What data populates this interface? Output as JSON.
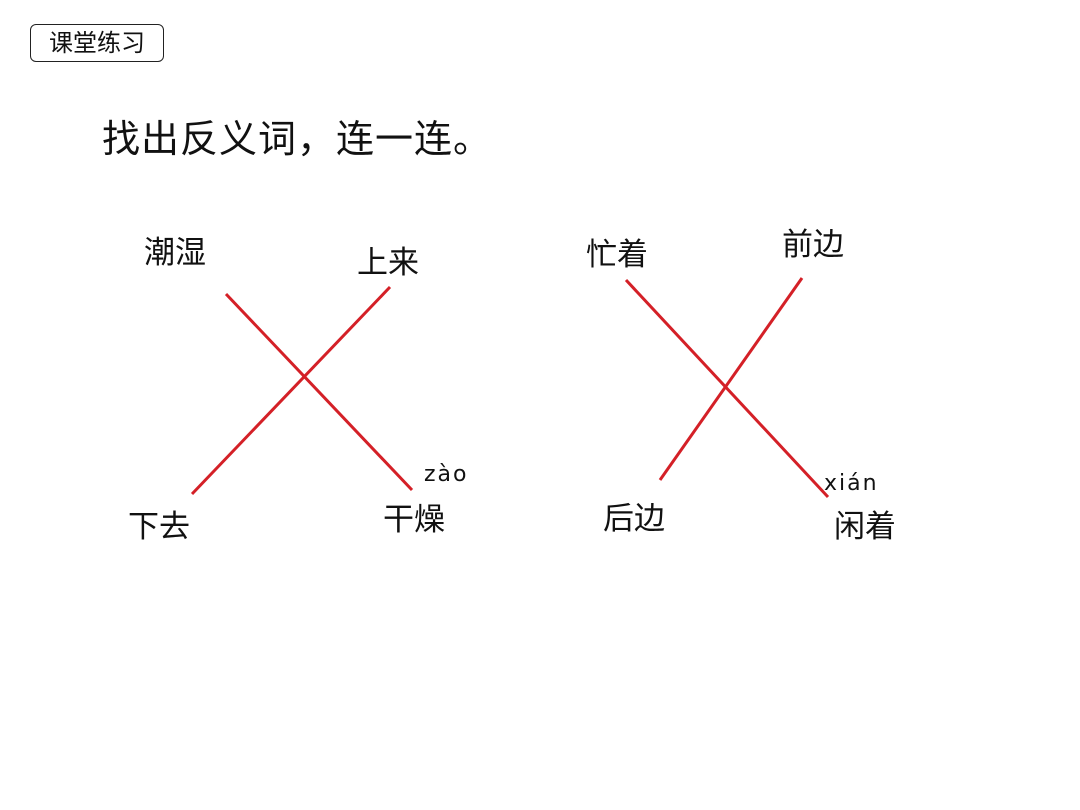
{
  "header": {
    "badge_label": "课堂练习"
  },
  "exercise": {
    "instruction": "找出反义词，连一连。",
    "line_color": "#d42027",
    "group_left": {
      "top_left": "潮湿",
      "top_right": "上来",
      "bottom_left": "下去",
      "bottom_right": "干燥",
      "bottom_right_pinyin": "zào",
      "pairs": [
        [
          "潮湿",
          "干燥"
        ],
        [
          "上来",
          "下去"
        ]
      ]
    },
    "group_right": {
      "top_left": "忙着",
      "top_right": "前边",
      "bottom_left": "后边",
      "bottom_right": "闲着",
      "bottom_right_pinyin": "xián",
      "pairs": [
        [
          "忙着",
          "闲着"
        ],
        [
          "前边",
          "后边"
        ]
      ]
    }
  }
}
